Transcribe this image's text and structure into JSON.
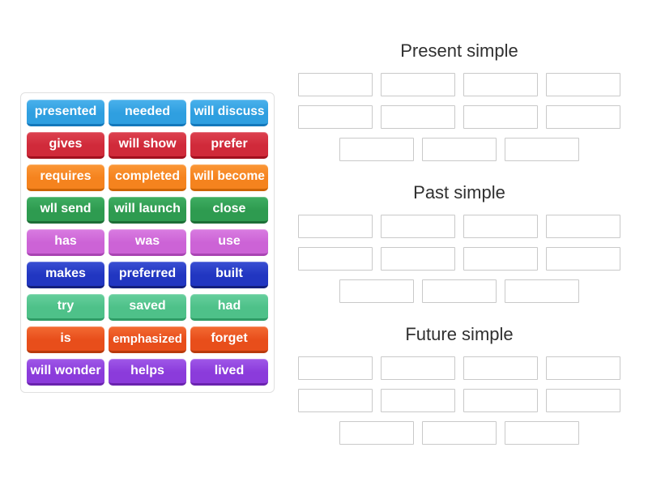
{
  "colors": {
    "page_background": "#ffffff",
    "panel_border": "#e0e0e0",
    "slot_border": "#c9c9c9",
    "title_text": "#303030",
    "tile_text": "#ffffff"
  },
  "tile_palette": {
    "blue": {
      "light": "#4ab1ec",
      "base": "#2f9fe0",
      "dark": "#1478bb"
    },
    "red": {
      "light": "#dd4250",
      "base": "#d02a3a",
      "dark": "#a2101f"
    },
    "orange": {
      "light": "#fb9737",
      "base": "#f5831e",
      "dark": "#cc6407"
    },
    "green": {
      "light": "#3fae62",
      "base": "#2e9b50",
      "dark": "#1d6f37"
    },
    "orchid": {
      "light": "#d97ce1",
      "base": "#cc63d6",
      "dark": "#a944b3"
    },
    "royal_blue": {
      "light": "#3a4fd3",
      "base": "#2136c1",
      "dark": "#131f7d"
    },
    "mint": {
      "light": "#66cf9d",
      "base": "#4ec189",
      "dark": "#2f9c66"
    },
    "orange_red": {
      "light": "#f36b33",
      "base": "#e84e1b",
      "dark": "#b93a0c"
    },
    "purple": {
      "light": "#9f58e8",
      "base": "#8b3bdb",
      "dark": "#6a23ae"
    }
  },
  "word_bank": {
    "tiles": [
      {
        "label": "presented",
        "color": "blue"
      },
      {
        "label": "needed",
        "color": "blue"
      },
      {
        "label": "will discuss",
        "color": "blue"
      },
      {
        "label": "gives",
        "color": "red"
      },
      {
        "label": "will show",
        "color": "red"
      },
      {
        "label": "prefer",
        "color": "red"
      },
      {
        "label": "requires",
        "color": "orange"
      },
      {
        "label": "completed",
        "color": "orange"
      },
      {
        "label": "will become",
        "color": "orange"
      },
      {
        "label": "wll send",
        "color": "green"
      },
      {
        "label": "will launch",
        "color": "green"
      },
      {
        "label": "close",
        "color": "green"
      },
      {
        "label": "has",
        "color": "orchid"
      },
      {
        "label": "was",
        "color": "orchid"
      },
      {
        "label": "use",
        "color": "orchid"
      },
      {
        "label": "makes",
        "color": "royal_blue"
      },
      {
        "label": "preferred",
        "color": "royal_blue"
      },
      {
        "label": "built",
        "color": "royal_blue"
      },
      {
        "label": "try",
        "color": "mint"
      },
      {
        "label": "saved",
        "color": "mint"
      },
      {
        "label": "had",
        "color": "mint"
      },
      {
        "label": "is",
        "color": "orange_red"
      },
      {
        "label": "emphasized",
        "color": "orange_red"
      },
      {
        "label": "forget",
        "color": "orange_red"
      },
      {
        "label": "will wonder",
        "color": "purple"
      },
      {
        "label": "helps",
        "color": "purple"
      },
      {
        "label": "lived",
        "color": "purple"
      }
    ]
  },
  "groups": [
    {
      "title": "Present simple",
      "slot_rows": [
        4,
        4,
        3
      ]
    },
    {
      "title": "Past simple",
      "slot_rows": [
        4,
        4,
        3
      ]
    },
    {
      "title": "Future simple",
      "slot_rows": [
        4,
        4,
        3
      ]
    }
  ]
}
